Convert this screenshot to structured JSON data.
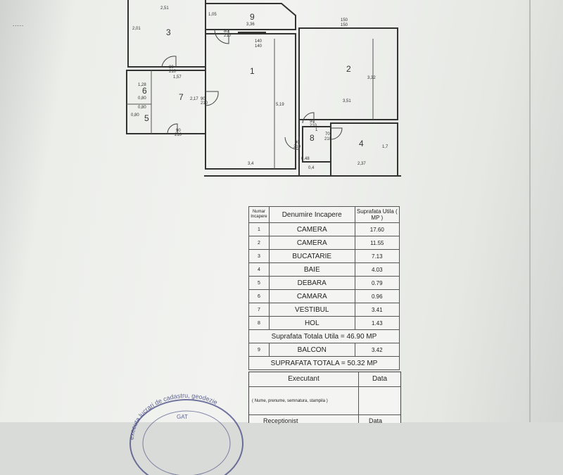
{
  "page": {
    "corner_mark": "....."
  },
  "plan": {
    "rooms": [
      "1",
      "2",
      "3",
      "4",
      "5",
      "6",
      "7",
      "8",
      "9"
    ],
    "dims": {
      "d_251": "2,51",
      "d_201": "2,01",
      "d_105": "1,05",
      "d_336": "3,36",
      "d_150a": "150",
      "d_150b": "150",
      "d_80a": "80",
      "d_210a": "210",
      "d_140a": "140",
      "d_140b": "140",
      "d_332": "3,32",
      "d_519": "5,19",
      "d_351": "3,51",
      "d_34": "3,4",
      "d_237": "2,37",
      "d_17": "1,7",
      "d_80b": "80",
      "d_210b": "210",
      "d_157": "1,57",
      "d_128": "1,28",
      "d_217": "2,17",
      "d_90a": "90",
      "d_210c": "210",
      "d_080a": "0,80",
      "d_080b": "0,80",
      "d_080c": "0,80",
      "d_90b": "90",
      "d_210d": "210",
      "d_90c": "90",
      "d_210e": "210",
      "d_70": "70",
      "d_210f": "210",
      "d_90d": "90",
      "d_210g": "210",
      "d_048": "0,48",
      "d_04": "0,4",
      "d_1": "1"
    }
  },
  "legend": {
    "headers": {
      "num": "Numar Incapere",
      "name": "Denumire Incapere",
      "area": "Suprafata Utila ( MP )"
    },
    "rows": [
      {
        "num": "1",
        "name": "CAMERA",
        "area": "17.60"
      },
      {
        "num": "2",
        "name": "CAMERA",
        "area": "11.55"
      },
      {
        "num": "3",
        "name": "BUCATARIE",
        "area": "7.13"
      },
      {
        "num": "4",
        "name": "BAIE",
        "area": "4.03"
      },
      {
        "num": "5",
        "name": "DEBARA",
        "area": "0.79"
      },
      {
        "num": "6",
        "name": "CAMARA",
        "area": "0.96"
      },
      {
        "num": "7",
        "name": "VESTIBUL",
        "area": "3.41"
      },
      {
        "num": "8",
        "name": "HOL",
        "area": "1.43"
      }
    ],
    "total_useful": "Suprafata Totala Utila = 46.90 MP",
    "balcony": {
      "num": "9",
      "name": "BALCON",
      "area": "3.42"
    },
    "total": "SUPRAFATA TOTALA = 50.32 MP"
  },
  "signature": {
    "executant": "Executant",
    "data": "Data",
    "hint": "( Nume, prenume, semnatura, stampila )",
    "receptionist": "Receptionist",
    "data2": "Data"
  },
  "stamp": {
    "text": "executa lucrari de cadastru, geodezie",
    "short": "GAT"
  }
}
